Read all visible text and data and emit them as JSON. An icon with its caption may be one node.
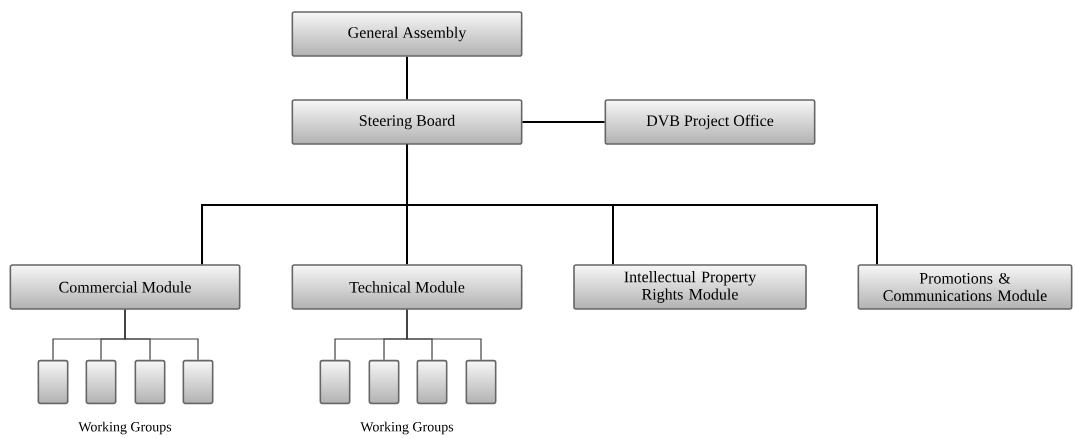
{
  "diagram": {
    "nodes": [
      {
        "text": [
          "General Assembly"
        ]
      },
      {
        "text": [
          "Steering Board"
        ]
      },
      {
        "text": [
          "DVB Project Office"
        ]
      },
      {
        "text": [
          "Commercial Module"
        ]
      },
      {
        "text": [
          "Technical Module"
        ]
      },
      {
        "text": [
          "Intellectual Property Rights Module"
        ]
      },
      {
        "text": [
          "Promotions & Communications Module"
        ]
      },
      {
        "text": [],
        "shape": "box"
      },
      {
        "text": [],
        "shape": "box"
      },
      {
        "text": [],
        "shape": "box"
      },
      {
        "text": [],
        "shape": "box"
      },
      {
        "text": [],
        "shape": "box"
      },
      {
        "text": [],
        "shape": "box"
      },
      {
        "text": [],
        "shape": "box"
      },
      {
        "text": [],
        "shape": "box"
      }
    ],
    "edges": [
      {
        "from": 0,
        "to": 1,
        "arrow": "none"
      },
      {
        "from": 1,
        "to": 2,
        "arrow": "none"
      },
      {
        "from": 1,
        "to": 3,
        "arrow": "none"
      },
      {
        "from": 1,
        "to": 4,
        "arrow": "none"
      },
      {
        "from": 1,
        "to": 5,
        "arrow": "none"
      },
      {
        "from": 1,
        "to": 6,
        "arrow": "none"
      },
      {
        "from": 3,
        "to": 7,
        "arrow": "none"
      },
      {
        "from": 3,
        "to": 8,
        "arrow": "none"
      },
      {
        "from": 3,
        "to": 9,
        "arrow": "none"
      },
      {
        "from": 3,
        "to": 10,
        "arrow": "none"
      },
      {
        "from": 4,
        "to": 11,
        "arrow": "none"
      },
      {
        "from": 4,
        "to": 12,
        "arrow": "none"
      },
      {
        "from": 4,
        "to": 13,
        "arrow": "none"
      },
      {
        "from": 4,
        "to": 14,
        "arrow": "none"
      }
    ],
    "labels": [
      "Working Groups",
      "Working Groups"
    ]
  }
}
